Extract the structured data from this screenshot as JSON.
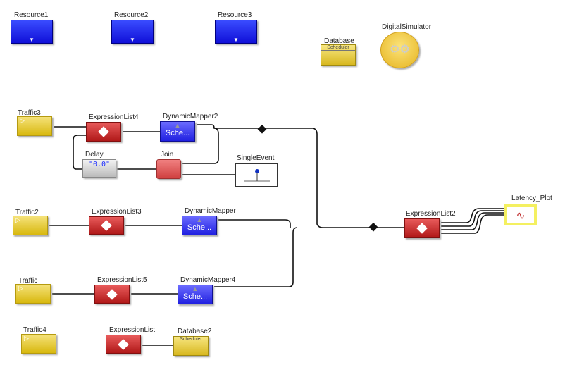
{
  "blocks": [
    {
      "id": "resource1",
      "label": "Resource1",
      "kind": "resource",
      "icon": "resource-icon"
    },
    {
      "id": "resource2",
      "label": "Resource2",
      "kind": "resource",
      "icon": "resource-icon"
    },
    {
      "id": "resource3",
      "label": "Resource3",
      "kind": "resource",
      "icon": "resource-icon"
    },
    {
      "id": "database",
      "label": "Database",
      "kind": "db",
      "icon": "database-scheduler-icon",
      "inner": "Scheduler"
    },
    {
      "id": "digital-simulator",
      "label": "DigitalSimulator",
      "kind": "sim",
      "icon": "gears-icon",
      "inner": "⚙⚙"
    },
    {
      "id": "traffic3",
      "label": "Traffic3",
      "kind": "source",
      "icon": "traffic-source-icon",
      "inner": "▷"
    },
    {
      "id": "expressionlist4",
      "label": "ExpressionList4",
      "kind": "expr",
      "icon": "diamond-icon"
    },
    {
      "id": "dynamicmapper2",
      "label": "DynamicMapper2",
      "kind": "mapper",
      "icon": "mapper-icon",
      "inner": "Sche..."
    },
    {
      "id": "delay",
      "label": "Delay",
      "kind": "delay",
      "icon": "delay-icon",
      "inner": "\"0.0\""
    },
    {
      "id": "join",
      "label": "Join",
      "kind": "join",
      "icon": "join-icon"
    },
    {
      "id": "singleevent",
      "label": "SingleEvent",
      "kind": "event",
      "icon": "event-stem-icon"
    },
    {
      "id": "traffic2",
      "label": "Traffic2",
      "kind": "source",
      "icon": "traffic-source-icon",
      "inner": "▷"
    },
    {
      "id": "expressionlist3",
      "label": "ExpressionList3",
      "kind": "expr",
      "icon": "diamond-icon"
    },
    {
      "id": "dynamicmapper",
      "label": "DynamicMapper",
      "kind": "mapper",
      "icon": "mapper-icon",
      "inner": "Sche..."
    },
    {
      "id": "expressionlist2",
      "label": "ExpressionList2",
      "kind": "expr",
      "icon": "diamond-icon"
    },
    {
      "id": "latency-plot",
      "label": "Latency_Plot",
      "kind": "plot",
      "icon": "plot-icon",
      "inner": "∿"
    },
    {
      "id": "traffic",
      "label": "Traffic",
      "kind": "source",
      "icon": "traffic-source-icon",
      "inner": "▷"
    },
    {
      "id": "expressionlist5",
      "label": "ExpressionList5",
      "kind": "expr",
      "icon": "diamond-icon"
    },
    {
      "id": "dynamicmapper4",
      "label": "DynamicMapper4",
      "kind": "mapper",
      "icon": "mapper-icon",
      "inner": "Sche..."
    },
    {
      "id": "traffic4",
      "label": "Traffic4",
      "kind": "source",
      "icon": "traffic-source-icon",
      "inner": "▷"
    },
    {
      "id": "expressionlist",
      "label": "ExpressionList",
      "kind": "expr",
      "icon": "diamond-icon"
    },
    {
      "id": "database2",
      "label": "Database2",
      "kind": "db",
      "icon": "database-scheduler-icon",
      "inner": "Scheduler"
    }
  ]
}
